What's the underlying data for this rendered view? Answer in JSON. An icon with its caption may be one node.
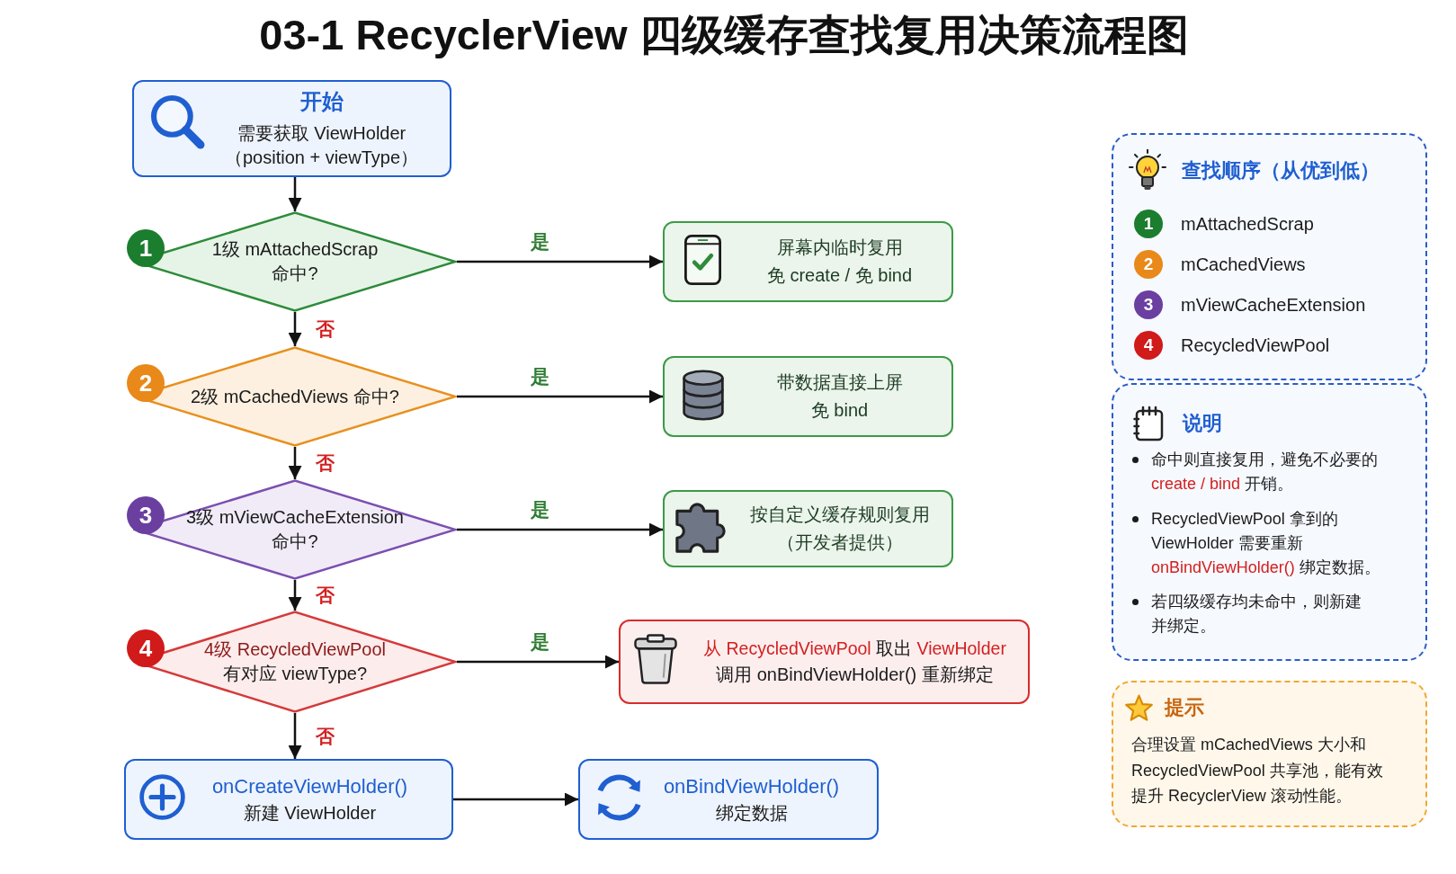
{
  "diagram": {
    "title": "03-1 RecyclerView 四级缓存查找复用决策流程图",
    "nodes": [
      {
        "text": [
          "开始",
          "需要获取 ViewHolder （position + viewType）"
        ]
      },
      {
        "text": [
          "1"
        ]
      },
      {
        "text": [
          "1级 mAttachedScrap 命中?"
        ]
      },
      {
        "text": [
          "屏幕内临时复用",
          "免 create / 免 bind"
        ]
      },
      {
        "text": [
          "2"
        ]
      },
      {
        "text": [
          "2级 mCachedViews 命中?"
        ]
      },
      {
        "text": [
          "带数据直接上屏",
          "免 bind"
        ]
      },
      {
        "text": [
          "3"
        ]
      },
      {
        "text": [
          "3级 mViewCacheExtension 命中?"
        ]
      },
      {
        "text": [
          "按自定义缓存规则复用",
          "（开发者提供）"
        ]
      },
      {
        "text": [
          "4"
        ]
      },
      {
        "text": [
          "4级 RecycledViewPool",
          "有对应 viewType?"
        ]
      },
      {
        "text": [
          "**从 RecycledViewPool** 取出 **ViewHolder**",
          "调用 onBindViewHolder() 重新绑定"
        ]
      },
      {
        "text": [
          "onCreateViewHolder()",
          "新建 ViewHolder"
        ]
      },
      {
        "text": [
          "onBindViewHolder()",
          "绑定数据"
        ]
      },
      {
        "text": [
          "查找顺序（从优到低）"
        ]
      },
      {
        "text": [
          "1"
        ],
        "in": 15,
        "beside": [
          "mAttachedScrap"
        ]
      },
      {
        "text": [
          "2"
        ],
        "in": 15,
        "beside": [
          "mCachedViews"
        ]
      },
      {
        "text": [
          "3"
        ],
        "in": 15,
        "beside": [
          "mViewCacheExtension"
        ]
      },
      {
        "text": [
          "4"
        ],
        "in": 15,
        "beside": [
          "RecycledViewPool"
        ]
      },
      {
        "text": [
          "说明",
          "命中则直接复用，避免不必要的 **create / bind** 开销。",
          "RecycledViewPool 拿到的 ViewHolder 需要重新 **onBindViewHolder()** 绑定数据。",
          "若四级缓存均未命中，则新建并绑定。"
        ]
      },
      {
        "text": [
          "提示",
          "合理设置 mCachedViews 大小和 RecycledViewPool 共享池，能有效提升 RecyclerView 滚动性能。"
        ]
      }
    ],
    "edges": [
      {
        "from": 0,
        "to": 2,
        "arrow": "to"
      },
      {
        "from": 2,
        "to": 3,
        "arrow": "to",
        "label": "是"
      },
      {
        "from": 2,
        "to": 5,
        "arrow": "to",
        "label": "否"
      },
      {
        "from": 5,
        "to": 6,
        "arrow": "to",
        "label": "是"
      },
      {
        "from": 5,
        "to": 8,
        "arrow": "to",
        "label": "否"
      },
      {
        "from": 8,
        "to": 9,
        "arrow": "to",
        "label": "是"
      },
      {
        "from": 8,
        "to": 11,
        "arrow": "to",
        "label": "否"
      },
      {
        "from": 11,
        "to": 12,
        "arrow": "to",
        "label": "是"
      },
      {
        "from": 11,
        "to": 13,
        "arrow": "to",
        "label": "否"
      },
      {
        "from": 13,
        "to": 14,
        "arrow": "to"
      }
    ]
  }
}
